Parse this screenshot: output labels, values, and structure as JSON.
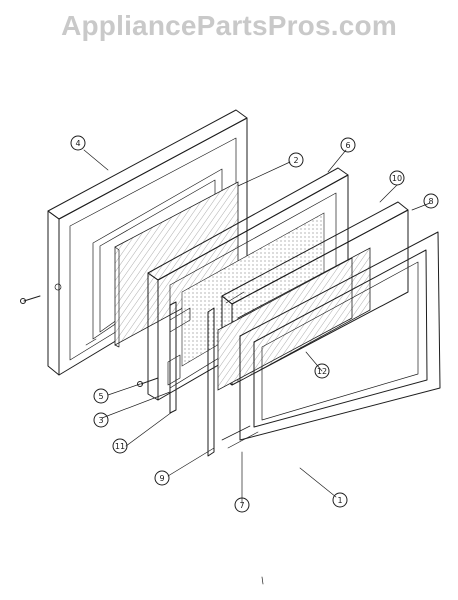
{
  "watermark": {
    "text": "AppliancePartsPros.com"
  },
  "diagram": {
    "callouts": [
      {
        "id": "c1",
        "label": "1"
      },
      {
        "id": "c2",
        "label": "2"
      },
      {
        "id": "c3",
        "label": "3"
      },
      {
        "id": "c4",
        "label": "4"
      },
      {
        "id": "c5",
        "label": "5"
      },
      {
        "id": "c6",
        "label": "6"
      },
      {
        "id": "c7",
        "label": "7"
      },
      {
        "id": "c8",
        "label": "8"
      },
      {
        "id": "c9",
        "label": "9"
      },
      {
        "id": "c10",
        "label": "10"
      },
      {
        "id": "c11",
        "label": "11"
      },
      {
        "id": "c12",
        "label": "12"
      }
    ]
  },
  "colors": {
    "watermark": "#c9c9c9",
    "line": "#1e1e1e"
  }
}
